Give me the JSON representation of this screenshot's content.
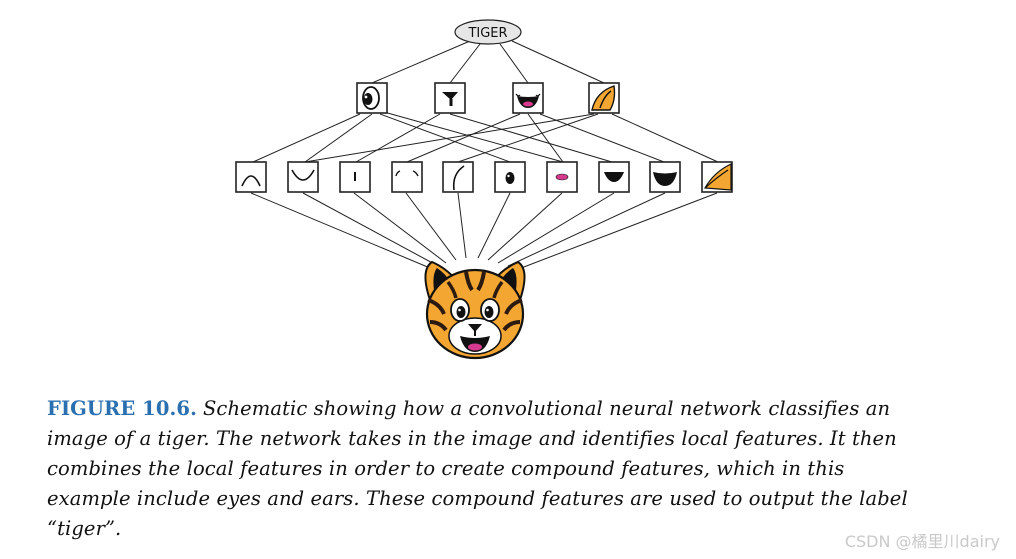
{
  "diagram": {
    "output_label": "TIGER",
    "compound_features": [
      "eye",
      "nose",
      "mouth",
      "ear"
    ],
    "local_features": [
      "arc-top",
      "arc-bottom",
      "vertical-dash",
      "curve-ticks",
      "curve-left",
      "dot",
      "pink-mouth",
      "nose-shape",
      "mouth-shape",
      "ear-shape"
    ],
    "input_image": "tiger-face",
    "colors": {
      "tiger_orange": "#f3a631",
      "stripe": "#2b1a10",
      "mouth_pink": "#d63a8e",
      "node_fill": "#e6e6e6",
      "line": "#222222"
    }
  },
  "caption": {
    "label": "FIGURE 10.6.",
    "text": "Schematic showing how a convolutional neural network classifies an image of a tiger. The network takes in the image and identifies local features. It then combines the local features in order to create compound features, which in this example include eyes and ears. These compound features are used to output the label “tiger”."
  },
  "watermark": "CSDN @橘里川dairy"
}
